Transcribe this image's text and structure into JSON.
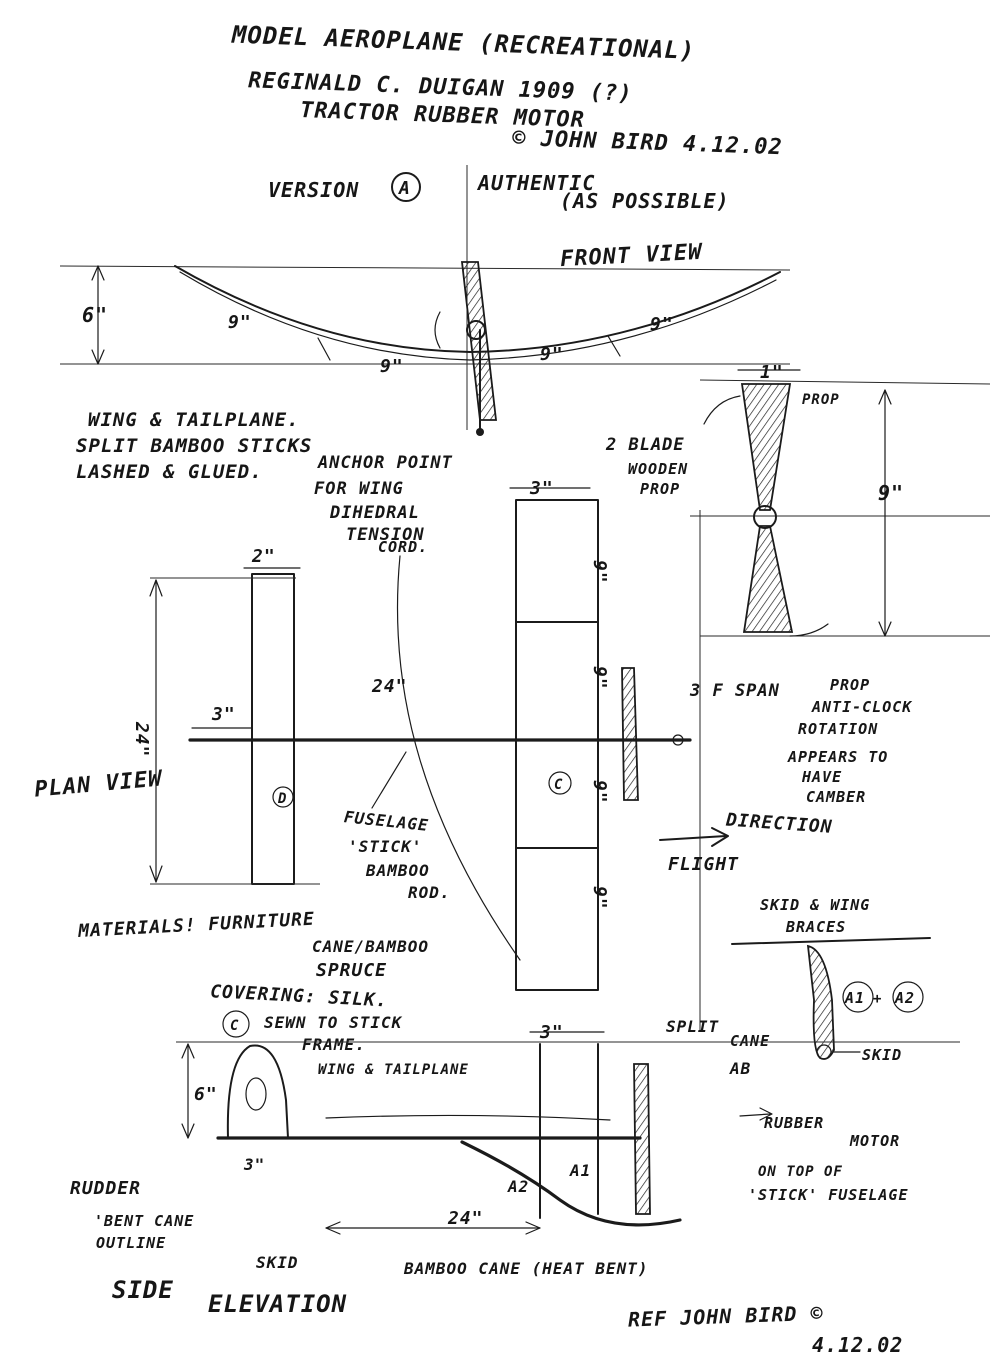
{
  "header": {
    "title": "MODEL AEROPLANE (RECREATIONAL)",
    "line2": "REGINALD C. DUIGAN 1909 (?)",
    "line3": "TRACTOR RUBBER MOTOR",
    "credit": "© JOHN BIRD 4.12.02"
  },
  "version": {
    "label": "VERSION",
    "badge": "A",
    "note1": "AUTHENTIC",
    "note2": "(AS POSSIBLE)"
  },
  "front_view": {
    "label": "FRONT VIEW",
    "dim_height": "6\"",
    "dim_left_outer": "9\"",
    "dim_left_inner": "9\"",
    "dim_right_inner": "9\"",
    "dim_right_outer": "9\""
  },
  "notes": {
    "wing_1": "WING & TAILPLANE.",
    "wing_2": "SPLIT BAMBOO STICKS",
    "wing_3": "LASHED & GLUED.",
    "anchor_1": "ANCHOR POINT",
    "anchor_2": "FOR WING",
    "anchor_3": "DIHEDRAL",
    "anchor_4": "TENSION",
    "anchor_5": "CORD."
  },
  "prop": {
    "dim_top": "1\"",
    "label_prop": "PROP",
    "blade_1": "2 BLADE",
    "blade_2": "WOODEN",
    "blade_3": "PROP",
    "dim_span": "9\"",
    "span_text": "3 F SPAN",
    "rot_1": "PROP",
    "rot_2": "ANTI-CLOCK",
    "rot_3": "ROTATION",
    "camber_1": "APPEARS TO",
    "camber_2": "HAVE",
    "camber_3": "CAMBER"
  },
  "plan_view": {
    "label": "PLAN VIEW",
    "tail_chord": "2\"",
    "tail_span": "24\"",
    "tail_offset": "3\"",
    "tail_mark": "D",
    "fuselage_len": "24\"",
    "wing_chord": "3\"",
    "wing_seg_1": "9\"",
    "wing_seg_2": "9\"",
    "wing_seg_3": "9\"",
    "wing_seg_4": "9\"",
    "wing_mark": "C",
    "fuse_1": "FUSELAGE",
    "fuse_2": "'STICK'",
    "fuse_3": "BAMBOO",
    "fuse_4": "ROD.",
    "direction": "DIRECTION",
    "flight": "FLIGHT"
  },
  "materials": {
    "line1": "MATERIALS! FURNITURE",
    "line2": "CANE/BAMBOO",
    "line3": "SPRUCE",
    "line4": "COVERING: SILK.",
    "line5": "SEWN TO STICK",
    "line6": "FRAME.",
    "line7": "WING & TAILPLANE"
  },
  "skid_detail": {
    "title_1": "SKID & WING",
    "title_2": "BRACES",
    "mark_a1": "A1",
    "mark_a2": "A2",
    "skid": "SKID",
    "split_1": "SPLIT",
    "split_2": "CANE",
    "split_mark": "AB"
  },
  "side_elevation": {
    "mark_c": "C",
    "dim_height": "6\"",
    "dim_rudder": "3\"",
    "dim_wing": "3\"",
    "dim_length": "24\"",
    "mark_a2": "A2",
    "mark_a1": "A1",
    "rudder": "RUDDER",
    "bent_1": "'BENT CANE",
    "bent_2": "OUTLINE",
    "motor_1": "RUBBER",
    "motor_2": "MOTOR",
    "motor_3": "ON TOP OF",
    "motor_4": "'STICK' FUSELAGE",
    "skid": "SKID",
    "skid_note": "BAMBOO CANE (HEAT BENT)",
    "label_1": "SIDE",
    "label_2": "ELEVATION"
  },
  "footer": {
    "ref": "REF JOHN BIRD ©",
    "date": "4.12.02"
  }
}
